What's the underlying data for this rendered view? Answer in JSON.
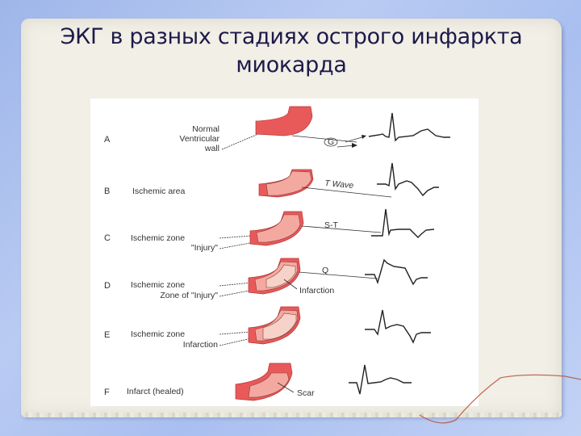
{
  "slide": {
    "title_line1": "ЭКГ в разных стадиях острого инфаркта",
    "title_line2": "миокарда"
  },
  "colors": {
    "background_blue": "#a9bff0",
    "paper": "#f1efe6",
    "title_text": "#1d1a4a",
    "muscle_normal": "#e85a5a",
    "muscle_ischemic": "#f4a9a0",
    "muscle_infarct": "#f6d2c8",
    "ecg_line": "#222222",
    "thread": "#b5553a"
  },
  "diagram": {
    "rows": [
      {
        "letter": "A",
        "labels": [
          "Normal",
          "Ventricular",
          "wall"
        ],
        "ecg_annotation": "G",
        "ecg_description": "normal QRS with upright T wave"
      },
      {
        "letter": "B",
        "labels": [
          "Ischemic area"
        ],
        "ecg_annotation": "T Wave",
        "ecg_description": "inverted T wave"
      },
      {
        "letter": "C",
        "labels": [
          "Ischemic zone",
          "\"Injury\""
        ],
        "ecg_annotation": "S-T",
        "ecg_description": "S-T changes with inverted T"
      },
      {
        "letter": "D",
        "labels": [
          "Ischemic zone",
          "Zone of \"Injury\""
        ],
        "ecg_annotation": "Q",
        "extra_label": "Infarction",
        "ecg_description": "Q wave with elevated S-T segment"
      },
      {
        "letter": "E",
        "labels": [
          "Ischemic zone",
          "Infarction"
        ],
        "ecg_annotation": "",
        "ecg_description": "Q wave, S-T recovering, inverted T"
      },
      {
        "letter": "F",
        "labels": [
          "Infarct (healed)"
        ],
        "ecg_annotation": "",
        "extra_label": "Scar",
        "ecg_description": "persistent Q wave, normal T"
      }
    ]
  }
}
